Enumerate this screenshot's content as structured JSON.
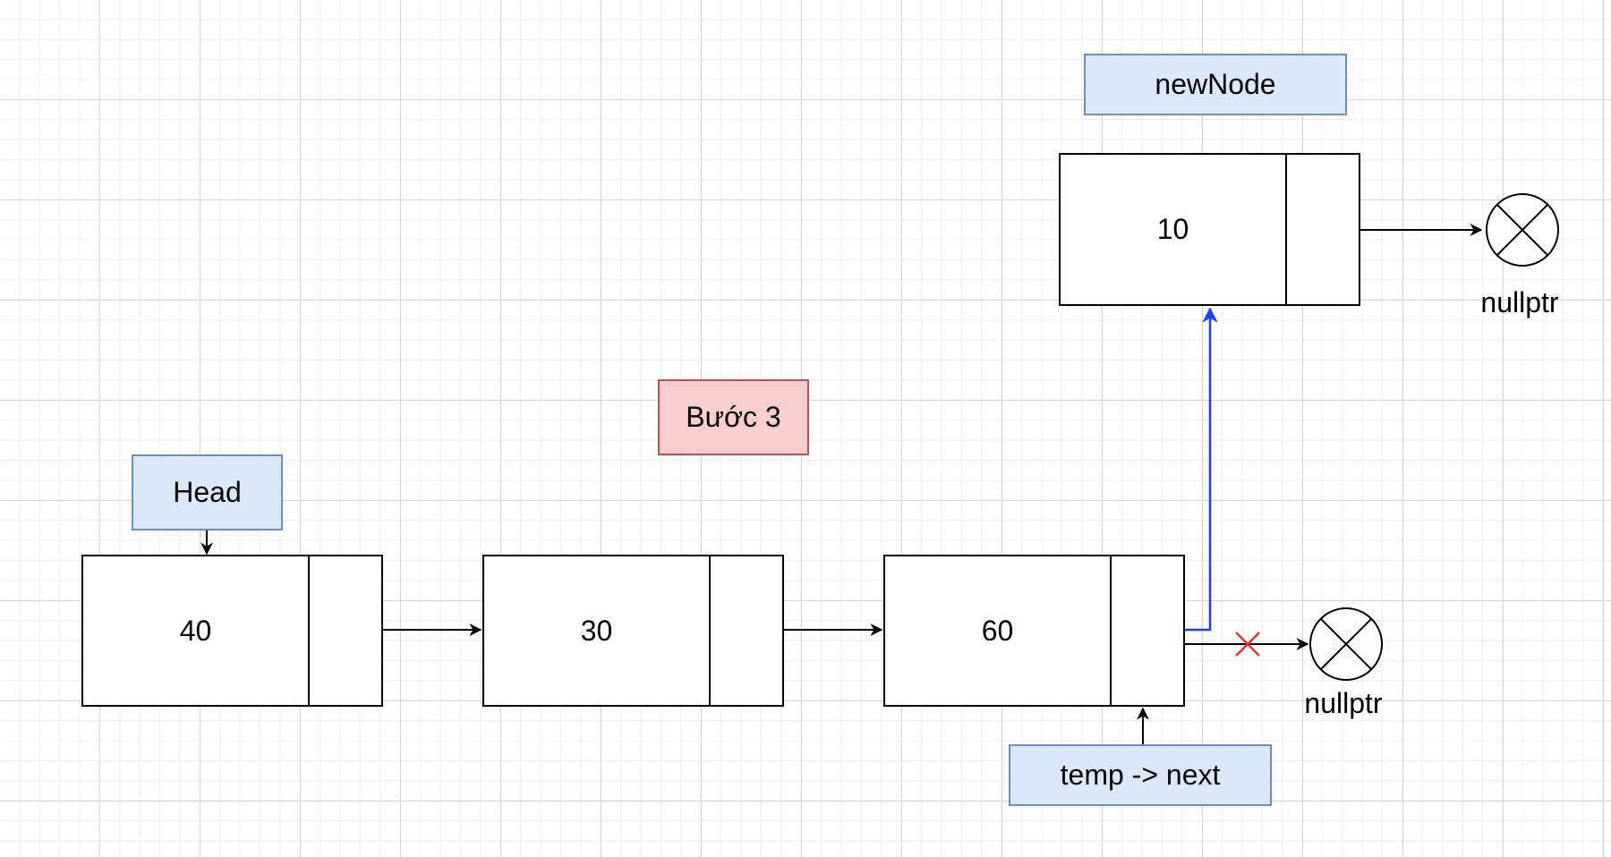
{
  "step_label": "Bước 3",
  "labels": {
    "head": "Head",
    "new_node": "newNode",
    "temp_next": "temp -> next"
  },
  "nodes": [
    {
      "value": "40"
    },
    {
      "value": "30"
    },
    {
      "value": "60"
    },
    {
      "value": "10"
    }
  ],
  "null_labels": [
    "nullptr",
    "nullptr"
  ],
  "colors": {
    "label_fill": "#dae8fc",
    "label_border": "#6c8ebf",
    "step_fill": "#f8cecc",
    "step_border": "#b85450",
    "new_link": "#1a3fff",
    "removed_link_mark": "#e8322a"
  }
}
